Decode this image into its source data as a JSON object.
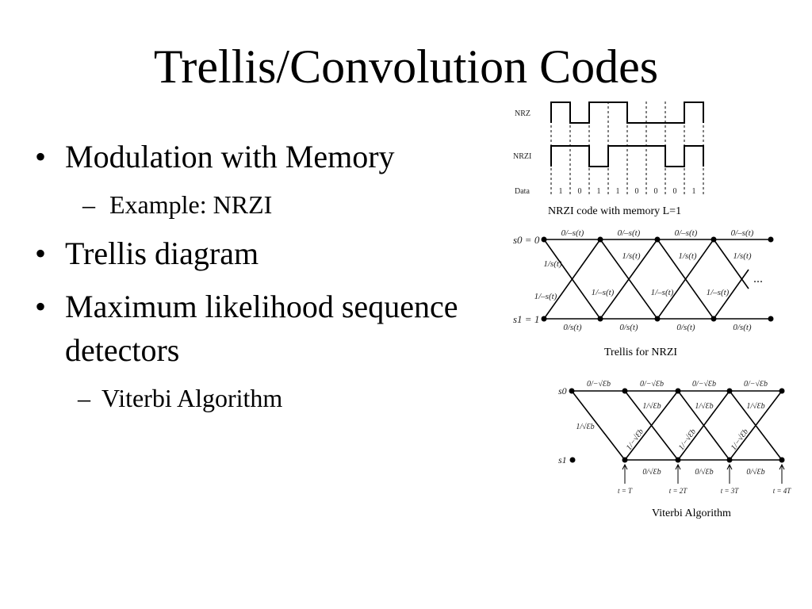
{
  "slide": {
    "title": "Trellis/Convolution Codes",
    "bullets": [
      {
        "text": "Modulation with Memory",
        "sub": [
          "Example: NRZI"
        ]
      },
      {
        "text": "Trellis diagram",
        "sub": []
      },
      {
        "text": "Maximum likelihood sequence",
        "cont": "detectors",
        "sub": [
          "Viterbi Algorithm"
        ]
      }
    ]
  },
  "figures": {
    "nrzi": {
      "caption": "NRZI code with memory L=1",
      "row_labels": {
        "nrz": "NRZ",
        "nrzi": "NRZI",
        "data": "Data"
      },
      "data_bits": [
        "1",
        "0",
        "1",
        "1",
        "0",
        "0",
        "0",
        "1"
      ]
    },
    "trellis": {
      "caption": "Trellis for NRZI",
      "state0": "s0 = 0",
      "state1": "s1 = 1",
      "top_label": "0/–s(t)",
      "bottom_label": "0/s(t)",
      "cross_up_label": "1/s(t)",
      "cross_down_label": "1/–s(t)",
      "left_up": "1/s(t)",
      "left_down": "1/–s(t)",
      "ellipsis": "..."
    },
    "viterbi": {
      "caption": "Viterbi Algorithm",
      "state0": "s0",
      "state1": "s1",
      "top_label": "0/−√Ɛb",
      "bottom_label": "0/√Ɛb",
      "cross_label": "1/√Ɛb",
      "cross_neg_label": "1/−√Ɛb",
      "left_label": "1/√Ɛb",
      "times": [
        "t = T",
        "t = 2T",
        "t = 3T",
        "t = 4T"
      ]
    }
  }
}
